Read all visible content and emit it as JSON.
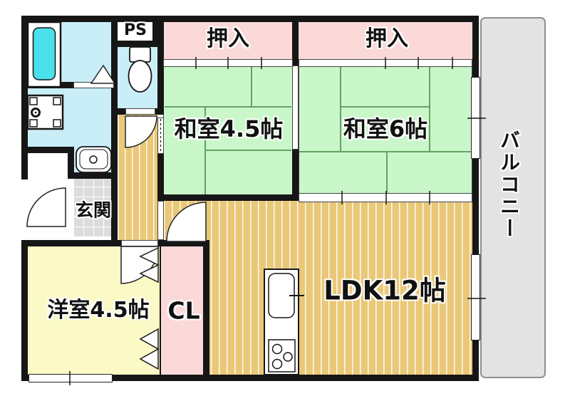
{
  "title": "apartment-floorplan",
  "rooms": {
    "oshiire_left": {
      "label": "押入"
    },
    "oshiire_right": {
      "label": "押入"
    },
    "ps": {
      "label": "PS"
    },
    "washitsu45": {
      "label": "和室4.5帖"
    },
    "washitsu6": {
      "label": "和室6帖"
    },
    "genkan": {
      "label": "玄関"
    },
    "yoshitsu45": {
      "label": "洋室4.5帖"
    },
    "cl": {
      "label": "CL"
    },
    "ldk": {
      "label": "LDK12帖"
    },
    "balcony": {
      "label": "バルコニー"
    }
  },
  "fixtures": [
    "bathtub",
    "washing-machine-pan",
    "washbasin",
    "toilet",
    "kitchen-sink",
    "stove",
    "entrance-door",
    "toilet-door",
    "ldk-door",
    "bedroom-door",
    "bath-folding-door",
    "closet-accordion-door",
    "sliding-windows"
  ],
  "colors": {
    "wall": "#161616",
    "tatami": "#c9f7c9",
    "tatami_line": "#63a263",
    "closet_pink": "#fbd9d9",
    "wood_floor": "#eac878",
    "bath_cyan": "#c9eef7",
    "bathtub_cyan": "#4ae0ec",
    "western_room_yellow": "#fbf9c5",
    "entrance_tile": "#dcdcdc",
    "balcony_gray": "#e3e3e3"
  }
}
